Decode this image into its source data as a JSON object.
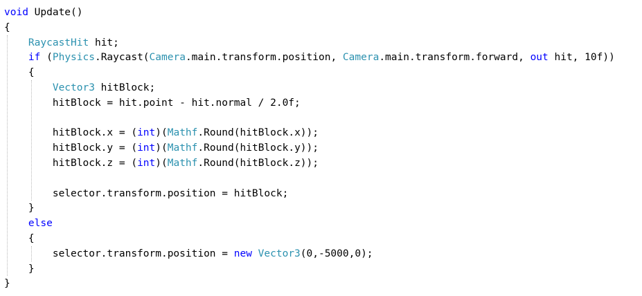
{
  "colors": {
    "background": "#ffffff",
    "text": "#000000",
    "keyword": "#0000ff",
    "type": "#2b91af",
    "indent_guide": "#b8b8b8"
  },
  "code": {
    "lines": [
      [
        {
          "t": "void",
          "c": "kw"
        },
        {
          "t": " Update()",
          "c": "pl"
        }
      ],
      [
        {
          "t": "{",
          "c": "pl"
        }
      ],
      [
        {
          "t": "    ",
          "c": "pl"
        },
        {
          "t": "RaycastHit",
          "c": "ty"
        },
        {
          "t": " hit;",
          "c": "pl"
        }
      ],
      [
        {
          "t": "    ",
          "c": "pl"
        },
        {
          "t": "if",
          "c": "kw"
        },
        {
          "t": " (",
          "c": "pl"
        },
        {
          "t": "Physics",
          "c": "ty"
        },
        {
          "t": ".Raycast(",
          "c": "pl"
        },
        {
          "t": "Camera",
          "c": "ty"
        },
        {
          "t": ".main.transform.position, ",
          "c": "pl"
        },
        {
          "t": "Camera",
          "c": "ty"
        },
        {
          "t": ".main.transform.forward, ",
          "c": "pl"
        },
        {
          "t": "out",
          "c": "kw"
        },
        {
          "t": " hit, 10f))",
          "c": "pl"
        }
      ],
      [
        {
          "t": "    {",
          "c": "pl"
        }
      ],
      [
        {
          "t": "        ",
          "c": "pl"
        },
        {
          "t": "Vector3",
          "c": "ty"
        },
        {
          "t": " hitBlock;",
          "c": "pl"
        }
      ],
      [
        {
          "t": "        hitBlock = hit.point - hit.normal / 2.0f;",
          "c": "pl"
        }
      ],
      [],
      [
        {
          "t": "        hitBlock.x = (",
          "c": "pl"
        },
        {
          "t": "int",
          "c": "kw"
        },
        {
          "t": ")(",
          "c": "pl"
        },
        {
          "t": "Mathf",
          "c": "ty"
        },
        {
          "t": ".Round(hitBlock.x));",
          "c": "pl"
        }
      ],
      [
        {
          "t": "        hitBlock.y = (",
          "c": "pl"
        },
        {
          "t": "int",
          "c": "kw"
        },
        {
          "t": ")(",
          "c": "pl"
        },
        {
          "t": "Mathf",
          "c": "ty"
        },
        {
          "t": ".Round(hitBlock.y));",
          "c": "pl"
        }
      ],
      [
        {
          "t": "        hitBlock.z = (",
          "c": "pl"
        },
        {
          "t": "int",
          "c": "kw"
        },
        {
          "t": ")(",
          "c": "pl"
        },
        {
          "t": "Mathf",
          "c": "ty"
        },
        {
          "t": ".Round(hitBlock.z));",
          "c": "pl"
        }
      ],
      [],
      [
        {
          "t": "        selector.transform.position = hitBlock;",
          "c": "pl"
        }
      ],
      [
        {
          "t": "    }",
          "c": "pl"
        }
      ],
      [
        {
          "t": "    ",
          "c": "pl"
        },
        {
          "t": "else",
          "c": "kw"
        }
      ],
      [
        {
          "t": "    {",
          "c": "pl"
        }
      ],
      [
        {
          "t": "        selector.transform.position = ",
          "c": "pl"
        },
        {
          "t": "new",
          "c": "kw"
        },
        {
          "t": " ",
          "c": "pl"
        },
        {
          "t": "Vector3",
          "c": "ty"
        },
        {
          "t": "(0,-5000,0);",
          "c": "pl"
        }
      ],
      [
        {
          "t": "    }",
          "c": "pl"
        }
      ],
      [
        {
          "t": "}",
          "c": "pl"
        }
      ]
    ]
  }
}
